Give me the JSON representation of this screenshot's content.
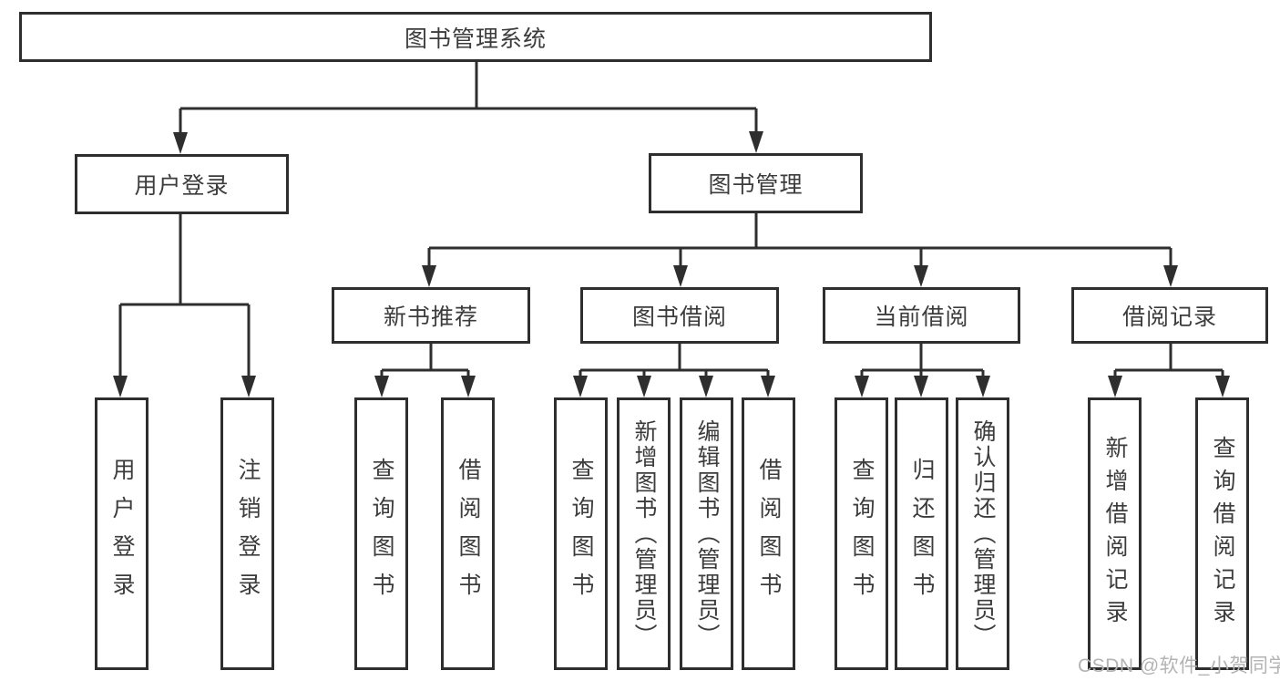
{
  "tree": {
    "root": {
      "label": "图书管理系统",
      "children": [
        {
          "label": "用户登录",
          "children": [
            {
              "label": "用户登录"
            },
            {
              "label": "注销登录"
            }
          ]
        },
        {
          "label": "图书管理",
          "children": [
            {
              "label": "新书推荐",
              "children": [
                {
                  "label": "查询图书"
                },
                {
                  "label": "借阅图书"
                }
              ]
            },
            {
              "label": "图书借阅",
              "children": [
                {
                  "label": "查询图书"
                },
                {
                  "label": "新增图书（管理员）"
                },
                {
                  "label": "编辑图书（管理员）"
                },
                {
                  "label": "借阅图书"
                }
              ]
            },
            {
              "label": "当前借阅",
              "children": [
                {
                  "label": "查询图书"
                },
                {
                  "label": "归还图书"
                },
                {
                  "label": "确认归还（管理员）"
                }
              ]
            },
            {
              "label": "借阅记录",
              "children": [
                {
                  "label": "新增借阅记录"
                },
                {
                  "label": "查询借阅记录"
                }
              ]
            }
          ]
        }
      ]
    }
  },
  "watermark": {
    "text": "CSDN @软件_小贺同学"
  },
  "colors": {
    "line": "#2e2e2e",
    "box_border": "#2e2e2e",
    "text": "#3c3c3c",
    "watermark": "#b3b3b3",
    "background": "#ffffff"
  }
}
